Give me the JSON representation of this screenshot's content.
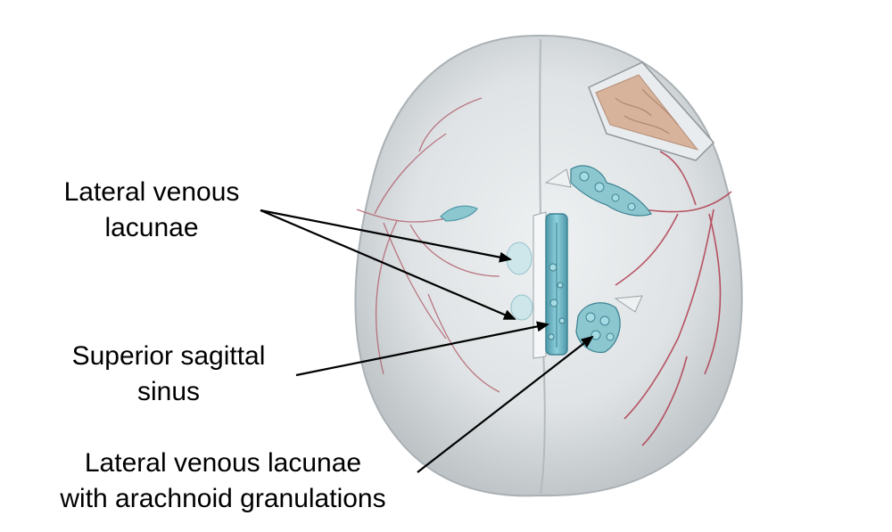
{
  "labels": {
    "lateral_venous_lacunae": [
      "Lateral venous",
      "lacunae"
    ],
    "superior_sagittal_sinus": [
      "Superior sagittal",
      "sinus"
    ],
    "lacunae_with_granulations": [
      "Lateral venous lacunae",
      "with arachnoid granulations"
    ]
  },
  "colors": {
    "skull": "#d9dedf",
    "sinus": "#6fb9c9",
    "granulation": "#8cc7cf",
    "vessel": "#b03a4d",
    "brain": "#d7b39c",
    "arrow": "#000000"
  }
}
